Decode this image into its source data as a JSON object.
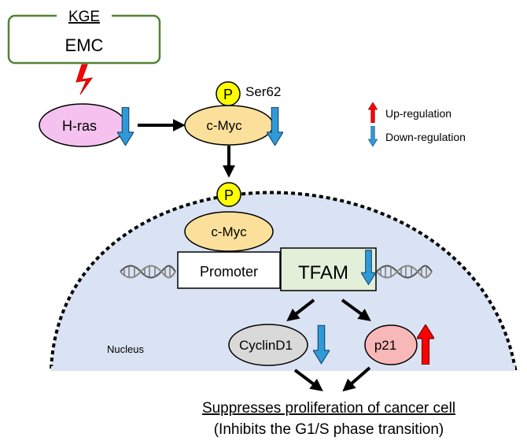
{
  "kge_box": {
    "label": "KGE",
    "text": "EMC"
  },
  "nodes": {
    "hras": "H-ras",
    "cmyc_top": "c-Myc",
    "phospho_top": "P",
    "ser62": "Ser62",
    "cmyc_nucleus": "c-Myc",
    "phospho_nucleus": "P",
    "promoter": "Promoter",
    "tfam": "TFAM",
    "cyclind1": "CyclinD1",
    "p21": "p21",
    "nucleus": "Nucleus"
  },
  "legend": {
    "up": "Up-regulation",
    "down": "Down-regulation"
  },
  "outcome": {
    "line1": "Suppresses proliferation of cancer cell",
    "line2": "(Inhibits the G1/S phase transition)"
  },
  "colors": {
    "nucleus_fill": "#dae3f3",
    "hras_fill": "#f5c2f0",
    "cmyc_fill": "#fbe09b",
    "phospho_fill": "#ffff00",
    "tfam_fill": "#e2efd9",
    "cyclind1_fill": "#d9d9d9",
    "p21_fill": "#f8b8b8",
    "kge_border": "#548235",
    "bolt": "#ff0000",
    "up_arrow": "#ff0000",
    "down_arrow": "#2e9bd8"
  }
}
